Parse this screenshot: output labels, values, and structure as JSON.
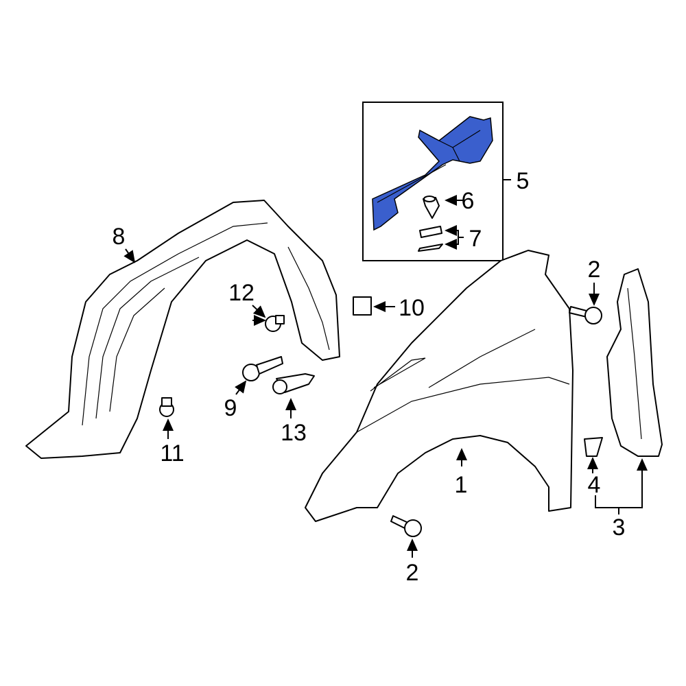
{
  "diagram": {
    "highlight_color": "#3a5fcd",
    "callouts": [
      {
        "id": "c1",
        "text": "1"
      },
      {
        "id": "c2a",
        "text": "2"
      },
      {
        "id": "c2b",
        "text": "2"
      },
      {
        "id": "c3",
        "text": "3"
      },
      {
        "id": "c4",
        "text": "4"
      },
      {
        "id": "c5",
        "text": "5"
      },
      {
        "id": "c6",
        "text": "6"
      },
      {
        "id": "c7",
        "text": "7"
      },
      {
        "id": "c8",
        "text": "8"
      },
      {
        "id": "c9",
        "text": "9"
      },
      {
        "id": "c10",
        "text": "10"
      },
      {
        "id": "c11",
        "text": "11"
      },
      {
        "id": "c12",
        "text": "12"
      },
      {
        "id": "c13",
        "text": "13"
      }
    ]
  }
}
